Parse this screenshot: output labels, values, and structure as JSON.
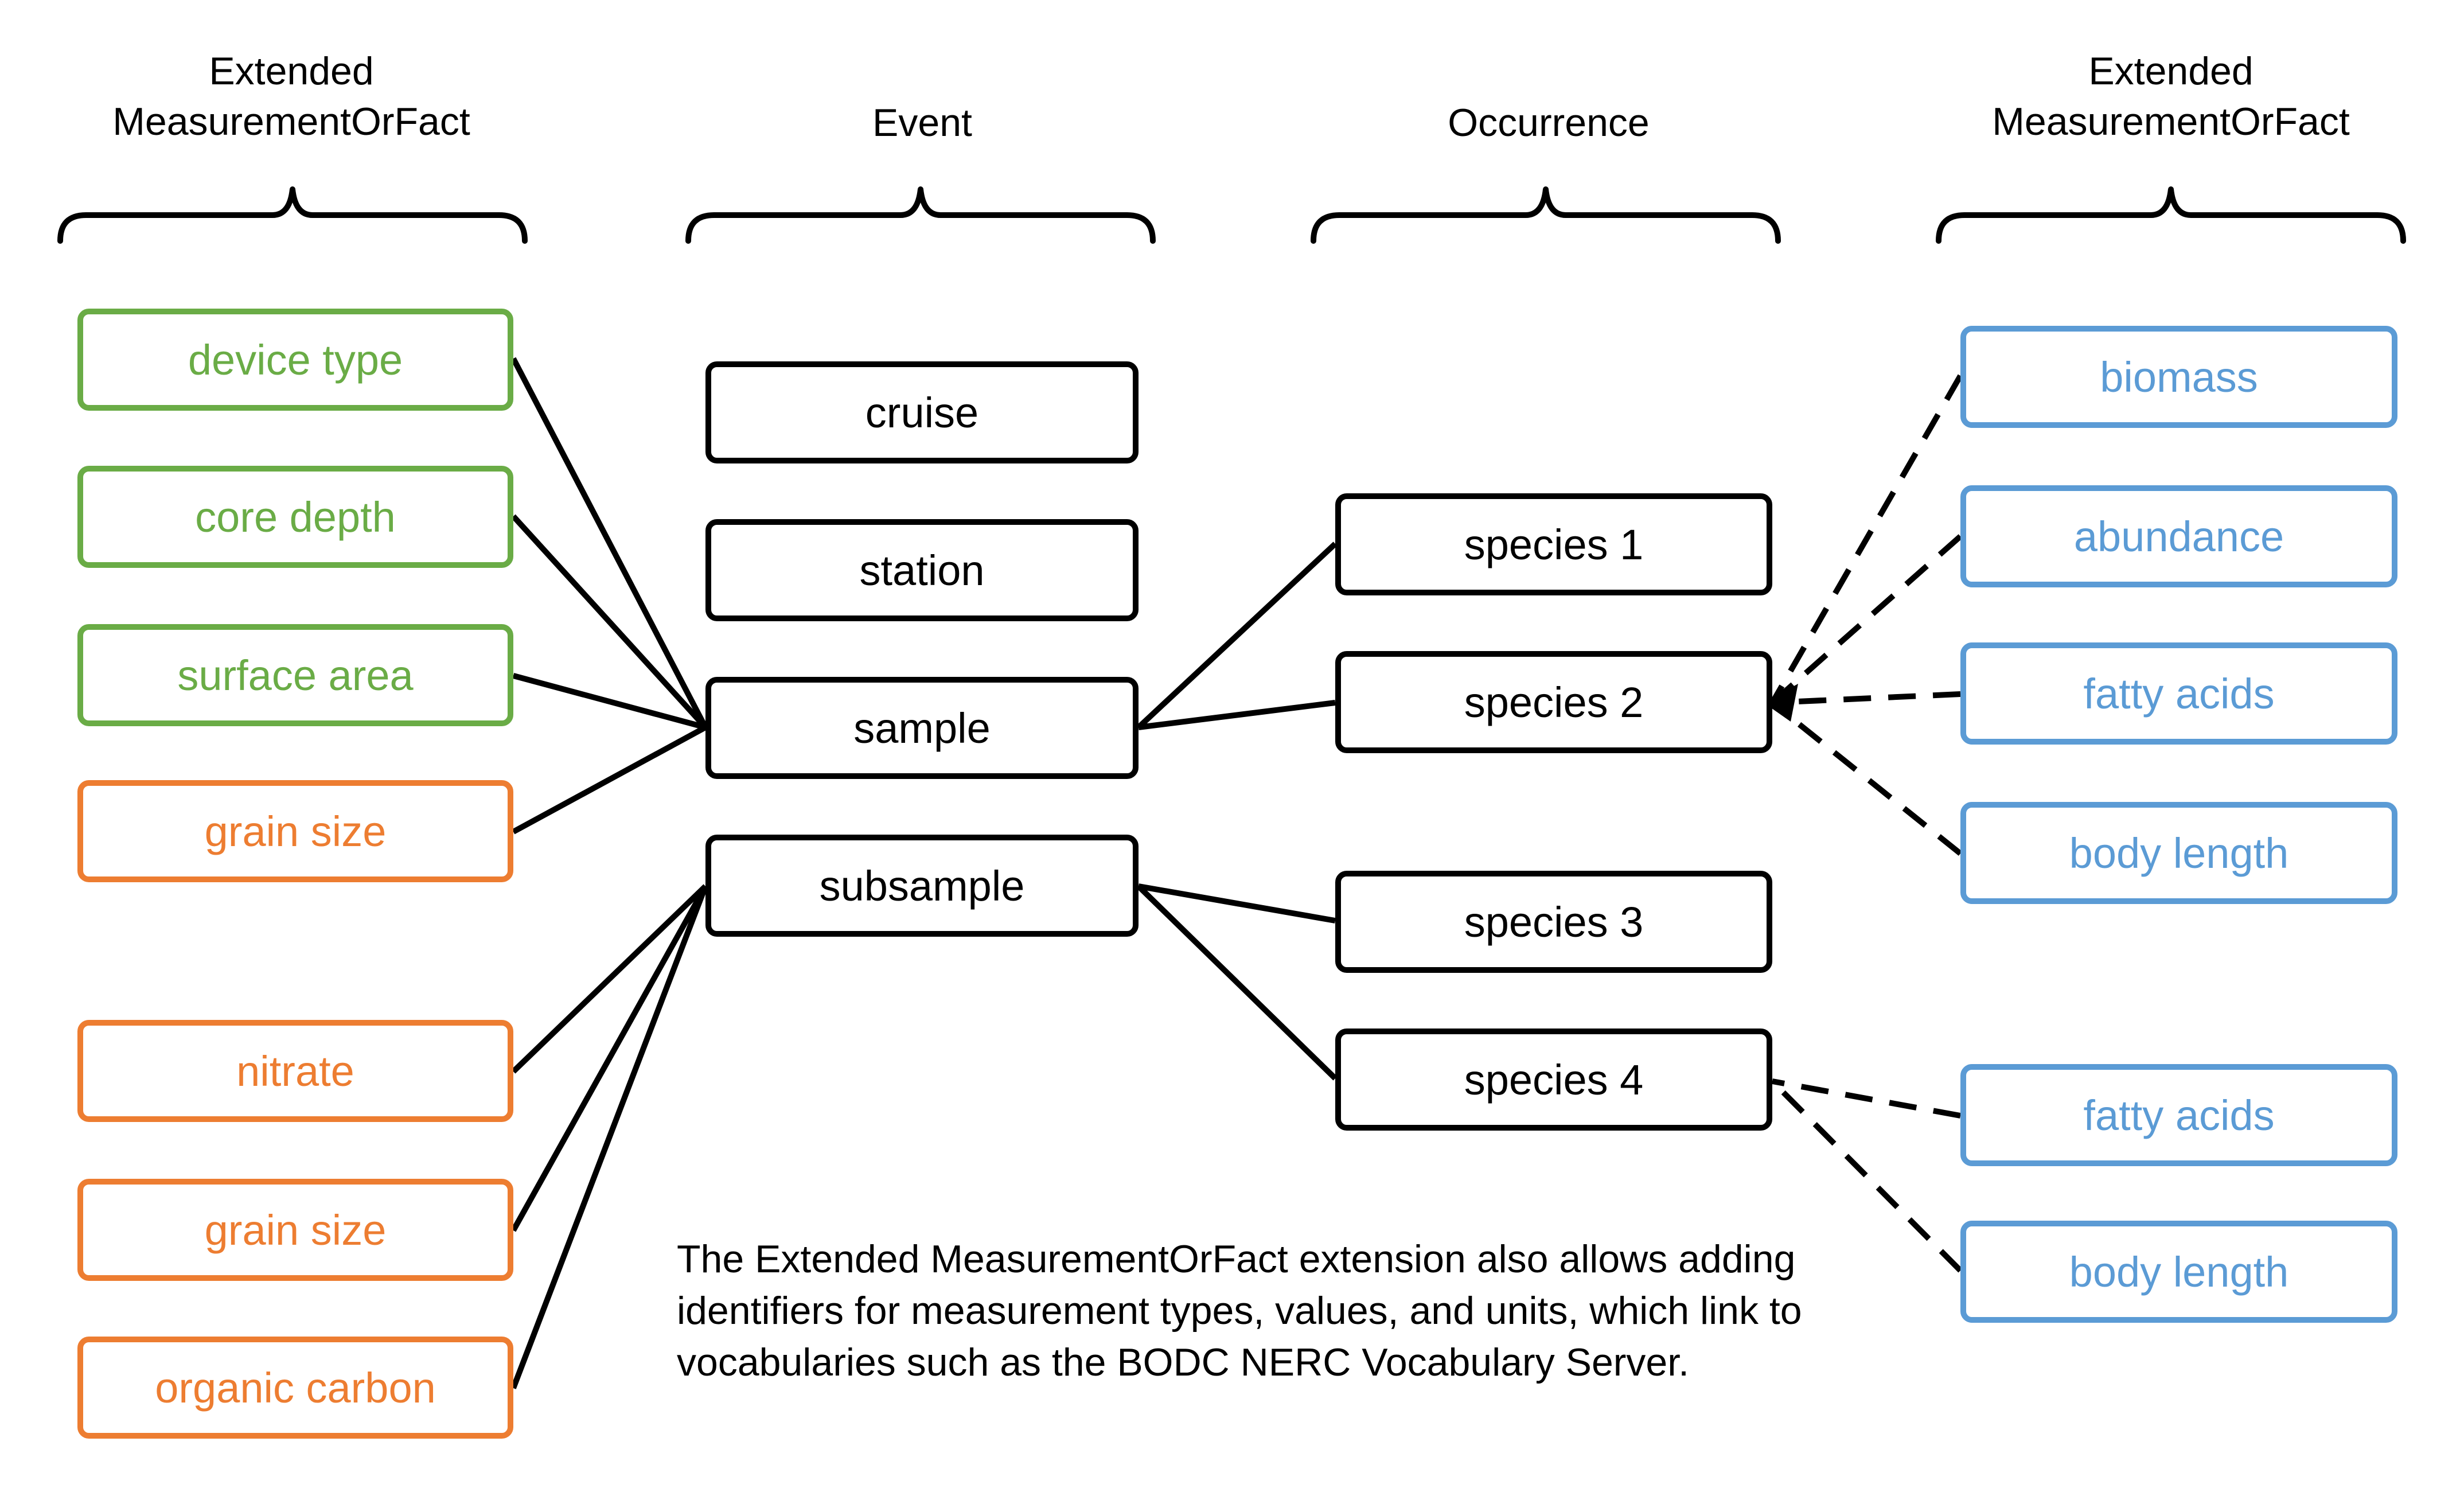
{
  "headers": {
    "emof_left": [
      "Extended",
      "MeasurementOrFact"
    ],
    "event": "Event",
    "occurrence": "Occurrence",
    "emof_right": [
      "Extended",
      "MeasurementOrFact"
    ]
  },
  "emof_left": [
    {
      "label": "device type",
      "color": "#6aac46"
    },
    {
      "label": "core depth",
      "color": "#6aac46"
    },
    {
      "label": "surface area",
      "color": "#6aac46"
    },
    {
      "label": "grain size",
      "color": "#ed7d31"
    },
    {
      "label": "nitrate",
      "color": "#ed7d31"
    },
    {
      "label": "grain size",
      "color": "#ed7d31"
    },
    {
      "label": "organic carbon",
      "color": "#ed7d31"
    }
  ],
  "events": [
    "cruise",
    "station",
    "sample",
    "subsample"
  ],
  "occurrences": [
    "species 1",
    "species 2",
    "species 3",
    "species 4"
  ],
  "emof_right": [
    {
      "label": "biomass",
      "color": "#5b9bd5"
    },
    {
      "label": "abundance",
      "color": "#5b9bd5"
    },
    {
      "label": "fatty acids",
      "color": "#5b9bd5"
    },
    {
      "label": "body length",
      "color": "#5b9bd5"
    },
    {
      "label": "fatty acids",
      "color": "#5b9bd5"
    },
    {
      "label": "body length",
      "color": "#5b9bd5"
    }
  ],
  "note": "The Extended MeasurementOrFact extension also allows adding identifiers for measurement types, values, and units, which link to vocabularies such as the BODC NERC Vocabulary Server."
}
